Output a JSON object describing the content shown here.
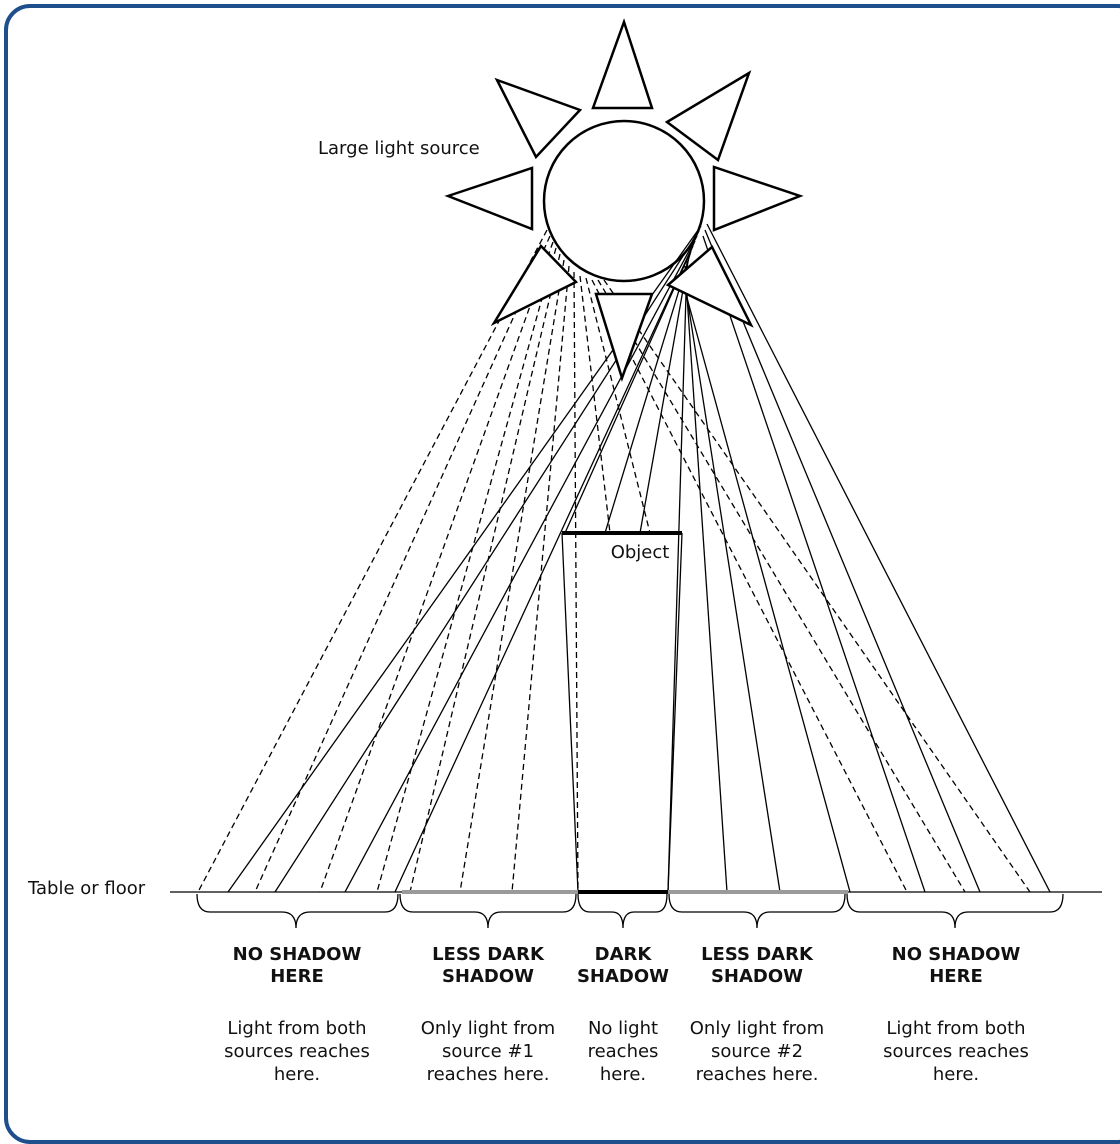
{
  "labels": {
    "light_source": "Large light source",
    "object": "Object",
    "surface": "Table or floor"
  },
  "regions": [
    {
      "title": "NO SHADOW HERE",
      "description": "Light from both sources reaches here."
    },
    {
      "title": "LESS DARK SHADOW",
      "description": "Only light from source #1 reaches here."
    },
    {
      "title": "DARK SHADOW",
      "description": "No light reaches here."
    },
    {
      "title": "LESS DARK SHADOW",
      "description": "Only light from source #2 reaches here."
    },
    {
      "title": "NO SHADOW HERE",
      "description": "Light from both sources reaches here."
    }
  ],
  "colors": {
    "frame": "#1f4e8c",
    "partial_shadow": "#9a9a9a",
    "dark_shadow": "#000000"
  }
}
